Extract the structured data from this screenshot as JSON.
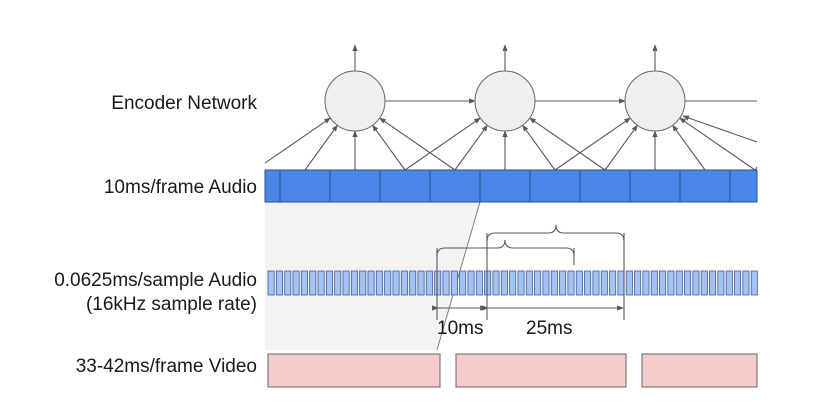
{
  "rows": {
    "encoder": "Encoder Network",
    "audio_frames": "10ms/frame Audio",
    "audio_samples_line1": "0.0625ms/sample Audio",
    "audio_samples_line2": "(16kHz sample rate)",
    "video_frames": "33-42ms/frame Video"
  },
  "annotations": {
    "hop": "10ms",
    "window": "25ms"
  },
  "colors": {
    "audio_frame_fill": "#4a86e8",
    "audio_sample_fill": "#a4c2f4",
    "video_frame_fill": "#f4cccc",
    "encoder_node_fill": "#efefef",
    "projection_fill": "#f3f3f3"
  }
}
